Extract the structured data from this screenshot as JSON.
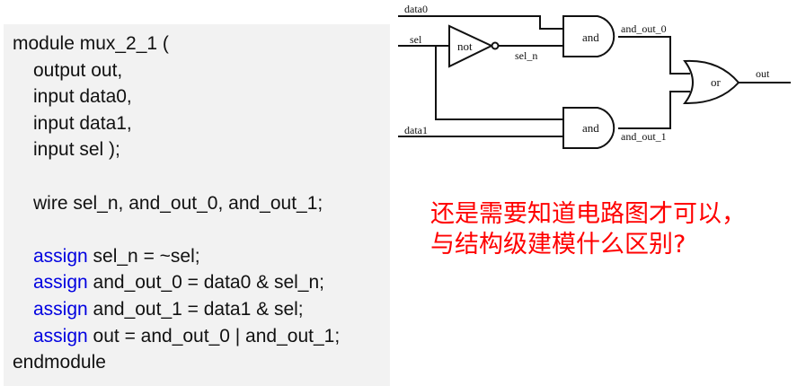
{
  "code": {
    "lines": [
      {
        "indent": 0,
        "keyword": "",
        "text": "module mux_2_1 ("
      },
      {
        "indent": 1,
        "keyword": "",
        "text": "output out,"
      },
      {
        "indent": 1,
        "keyword": "",
        "text": "input data0,"
      },
      {
        "indent": 1,
        "keyword": "",
        "text": "input data1,"
      },
      {
        "indent": 1,
        "keyword": "",
        "text": "input sel );"
      },
      {
        "indent": 0,
        "keyword": "",
        "text": ""
      },
      {
        "indent": 1,
        "keyword": "",
        "text": "wire sel_n, and_out_0, and_out_1;"
      },
      {
        "indent": 0,
        "keyword": "",
        "text": ""
      },
      {
        "indent": 1,
        "keyword": "assign",
        "text": " sel_n = ~sel;"
      },
      {
        "indent": 1,
        "keyword": "assign",
        "text": " and_out_0 = data0 & sel_n;"
      },
      {
        "indent": 1,
        "keyword": "assign",
        "text": " and_out_1 = data1 & sel;"
      },
      {
        "indent": 1,
        "keyword": "assign",
        "text": " out = and_out_0 | and_out_1;"
      },
      {
        "indent": 0,
        "keyword": "",
        "text": "endmodule"
      }
    ],
    "keyword_color": "#0000e0"
  },
  "diagram": {
    "labels": {
      "data0": "data0",
      "sel": "sel",
      "data1": "data1",
      "sel_n": "sel_n",
      "and_out_0": "and_out_0",
      "and_out_1": "and_out_1",
      "out": "out"
    },
    "gates": {
      "not": "not",
      "and0": "and",
      "and1": "and",
      "or": "or"
    }
  },
  "question": {
    "line1": "还是需要知道电路图才可以，",
    "line2": "与结构级建模什么区别?",
    "color": "#ff0000"
  }
}
